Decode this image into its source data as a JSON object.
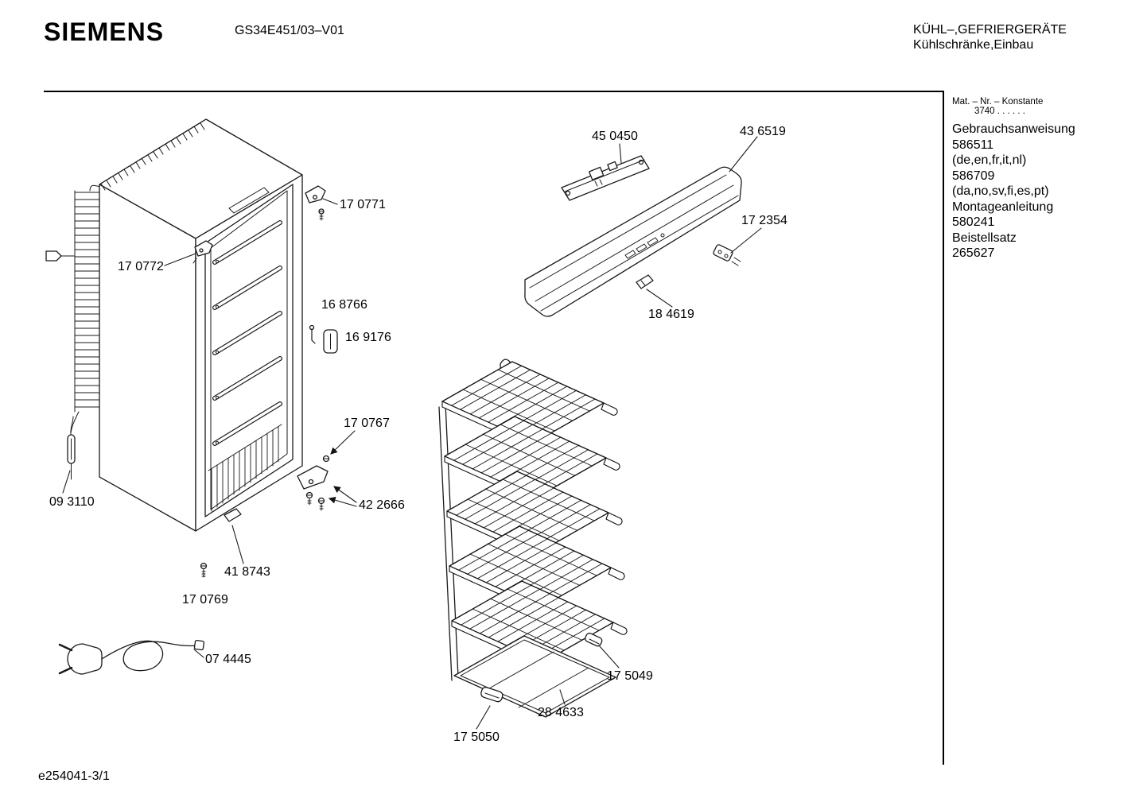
{
  "header": {
    "brand": "SIEMENS",
    "model": "GS34E451/03–V01",
    "category_line1": "KÜHL–,GEFRIERGERÄTE",
    "category_line2": "Kühlschränke,Einbau"
  },
  "info_panel": {
    "mat_label": "Mat. – Nr. – Konstante",
    "mat_value": "3740 . . . . . .",
    "lines": [
      "Gebrauchsanweisung",
      "586511",
      "(de,en,fr,it,nl)",
      "586709",
      "(da,no,sv,fi,es,pt)",
      "Montageanleitung",
      "580241",
      "Beistellsatz",
      "265627"
    ]
  },
  "callouts": {
    "c170771": "17 0771",
    "c170772": "17 0772",
    "c168766": "16 8766",
    "c169176": "16 9176",
    "c170767": "17 0767",
    "c422666": "42 2666",
    "c093110": "09 3110",
    "c418743": "41 8743",
    "c170769": "17 0769",
    "c074445": "07 4445",
    "c450450": "45 0450",
    "c436519": "43 6519",
    "c172354": "17 2354",
    "c184619": "18 4619",
    "c175049": "17 5049",
    "c284633": "28 4633",
    "c175050": "17 5050"
  },
  "footer": {
    "doc_number": "e254041-3/1"
  }
}
